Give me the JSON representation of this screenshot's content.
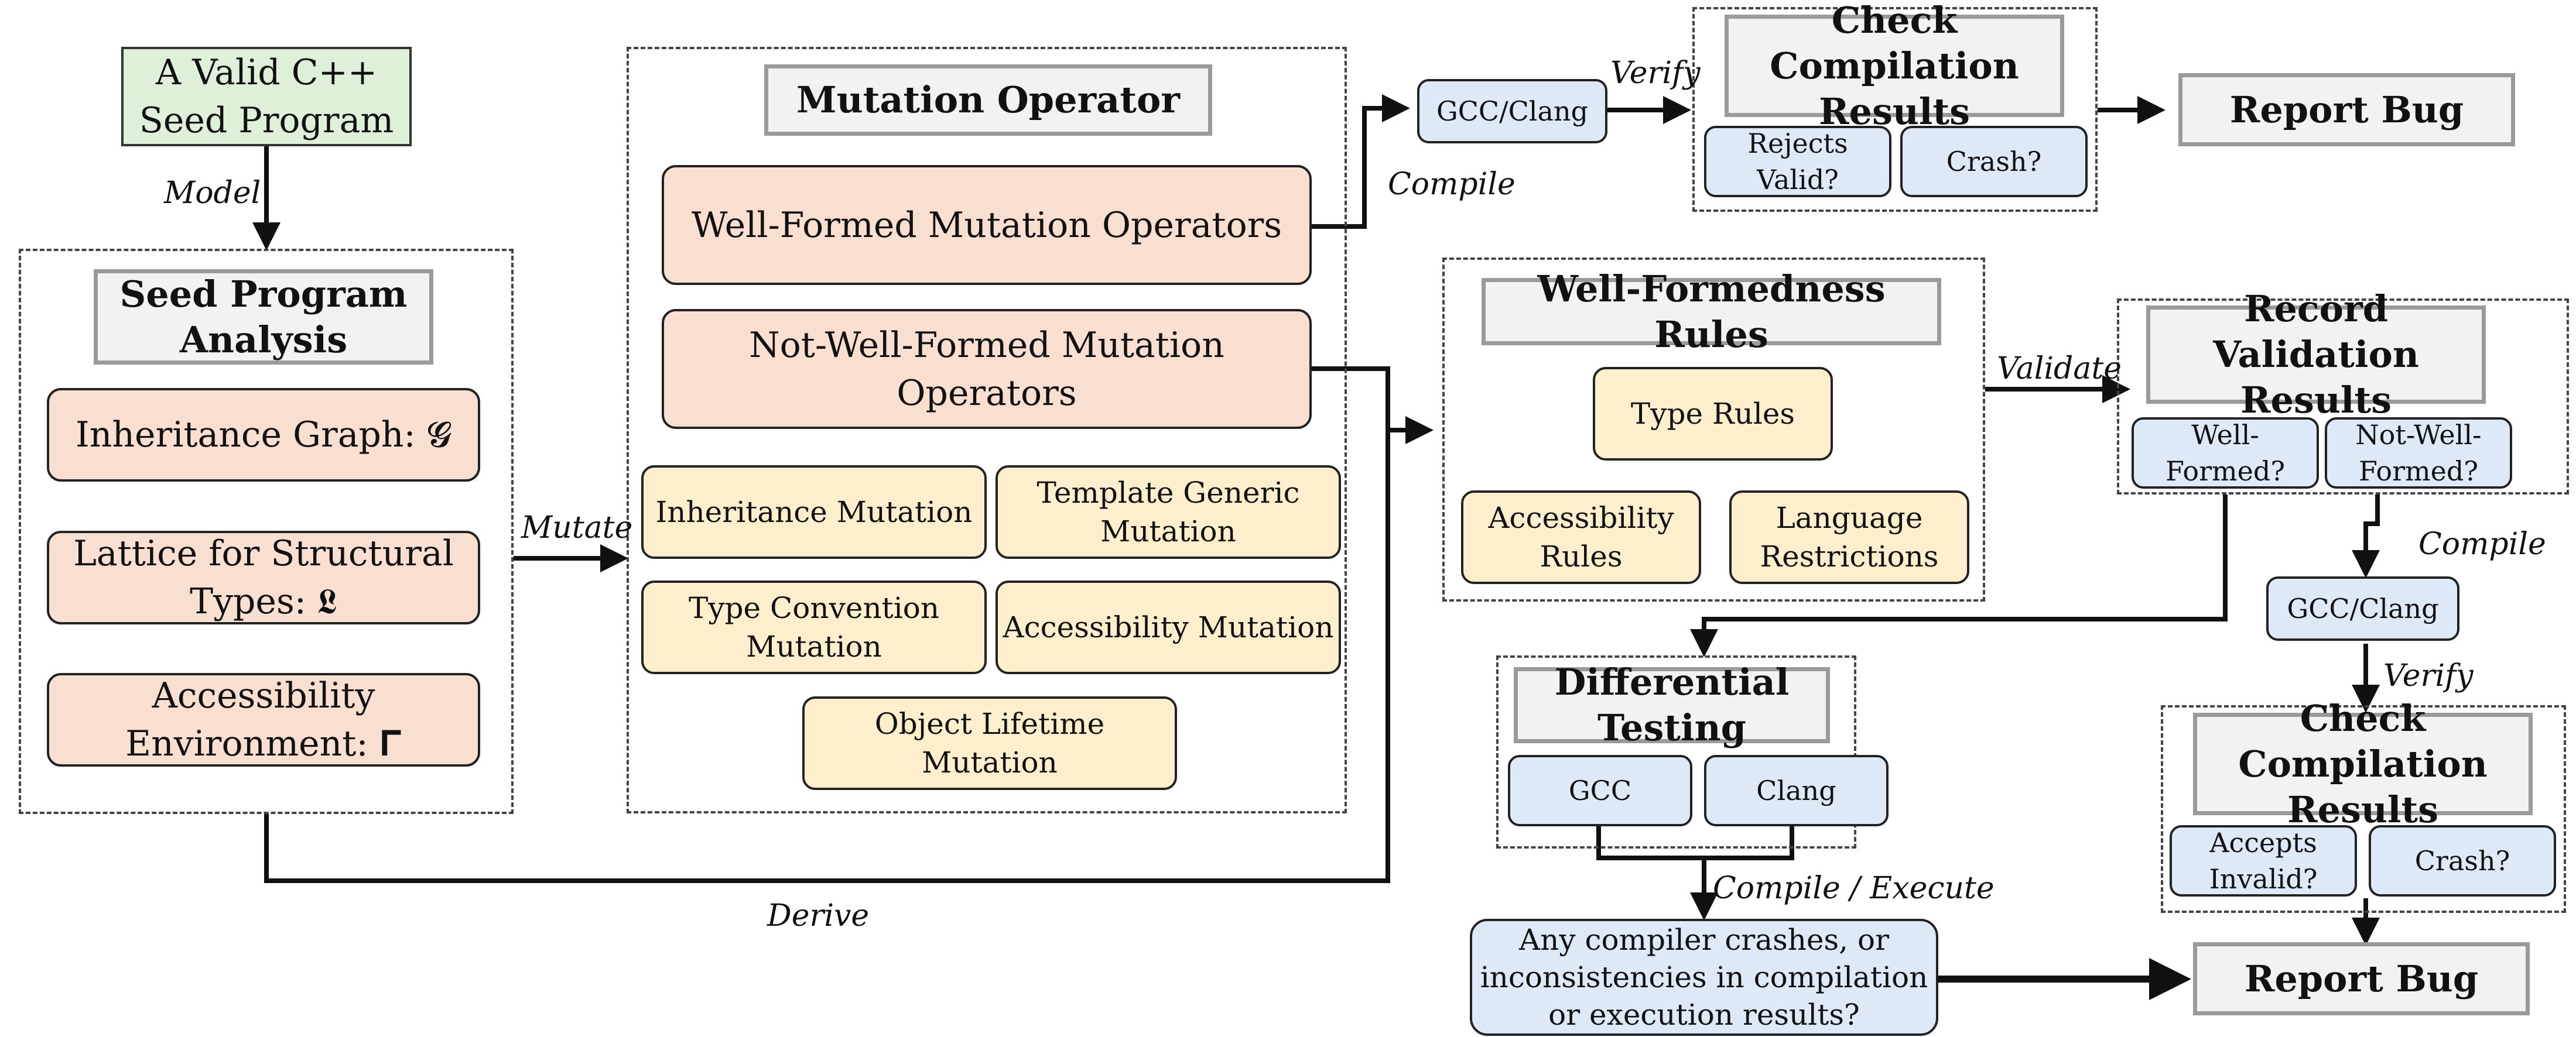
{
  "seed_program": "A Valid C++\nSeed Program",
  "analysis": {
    "title": "Seed Program\nAnalysis",
    "inheritance_graph": "Inheritance Graph: 𝓖",
    "lattice": "Lattice for Structural\nTypes: 𝕷",
    "accessibility_env": "Accessibility\nEnvironment: 𝚪"
  },
  "mutation": {
    "title": "Mutation Operator",
    "well_formed": "Well-Formed Mutation Operators",
    "not_well_formed": "Not-Well-Formed Mutation\nOperators",
    "inheritance": "Inheritance Mutation",
    "template": "Template Generic\nMutation",
    "type_conv": "Type Convention\nMutation",
    "accessibility": "Accessibility Mutation",
    "lifetime": "Object Lifetime\nMutation"
  },
  "rules": {
    "title": "Well-Formedness Rules",
    "type_rules": "Type Rules",
    "access_rules": "Accessibility\nRules",
    "lang_restr": "Language\nRestrictions"
  },
  "top_check": {
    "compiler": "GCC/Clang",
    "title": "Check Compilation\nResults",
    "rejects": "Rejects\nValid?",
    "crash": "Crash?",
    "report": "Report Bug"
  },
  "record": {
    "title": "Record Validation\nResults",
    "well_formed": "Well-\nFormed?",
    "not_well_formed": "Not-Well-\nFormed?"
  },
  "diff": {
    "title": "Differential Testing",
    "gcc": "GCC",
    "clang": "Clang",
    "question": "Any compiler crashes, or\ninconsistencies in compilation\nor execution results?"
  },
  "bottom_check": {
    "compiler": "GCC/Clang",
    "title": "Check Compilation\nResults",
    "accepts": "Accepts\nInvalid?",
    "crash": "Crash?",
    "report": "Report Bug"
  },
  "edge_labels": {
    "model": "Model",
    "mutate": "Mutate",
    "compile_top": "Compile",
    "verify_top": "Verify",
    "validate": "Validate",
    "compile_right": "Compile",
    "verify_right": "Verify",
    "compile_execute": "Compile / Execute",
    "derive": "Derive"
  }
}
